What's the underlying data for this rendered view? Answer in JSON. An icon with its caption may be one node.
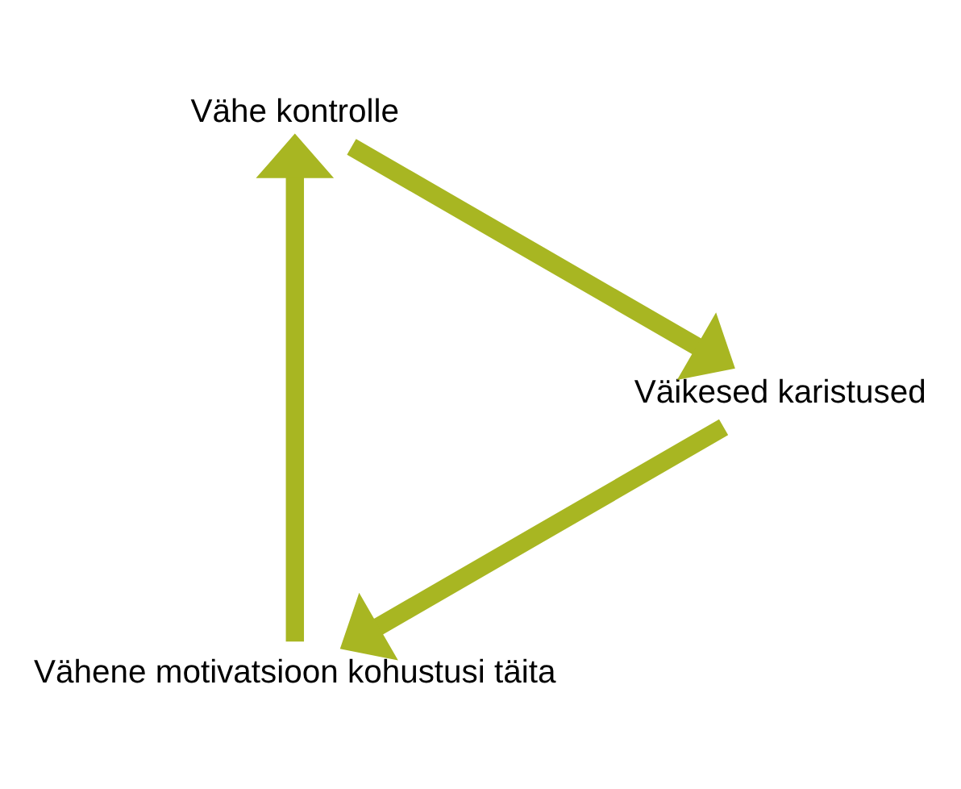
{
  "diagram": {
    "nodes": [
      {
        "text": [
          "Vähene motivatsioon kohustusi täita"
        ]
      },
      {
        "text": [
          "Vähe kontrolle"
        ]
      },
      {
        "text": [
          "Väikesed karistused"
        ]
      }
    ],
    "edges": [
      {
        "from": 0,
        "to": 1,
        "arrow": "to"
      },
      {
        "from": 1,
        "to": 2,
        "arrow": "to"
      },
      {
        "from": 2,
        "to": 0,
        "arrow": "to"
      }
    ]
  }
}
